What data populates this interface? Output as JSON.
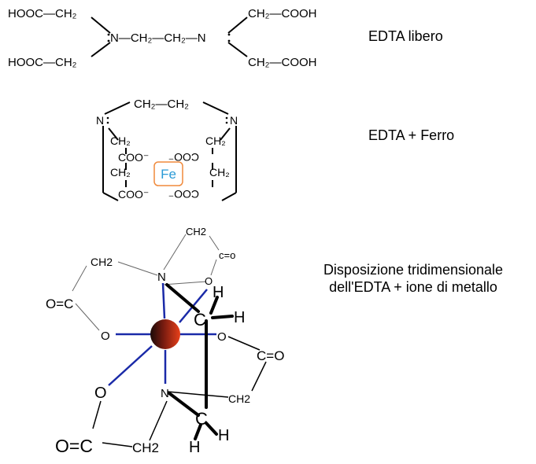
{
  "captions": {
    "free": "EDTA libero",
    "iron": "EDTA + Ferro",
    "three_d_line1": "Disposizione tridimensionale",
    "three_d_line2": "dell'EDTA + ione di metallo"
  },
  "free_edta": {
    "left_top": "HOOC—CH₂",
    "left_bottom": "HOOC—CH₂",
    "bridge": "N—CH₂—CH₂—N",
    "right_top": "CH₂—COOH",
    "right_bottom": "CH₂—COOH"
  },
  "iron_complex": {
    "bridge": "CH₂—CH₂",
    "n": "N",
    "ch2": "CH₂",
    "coo": "COO⁻",
    "metal": "Fe",
    "metal_color": "#f08a3c",
    "metal_text_color": "#2a9ad6"
  },
  "three_d": {
    "ch2_top": "CH2",
    "c_o_top": "c=o",
    "ch2_left": "CH2",
    "n": "N",
    "h": "H",
    "c": "C",
    "o": "O",
    "c_o_right": "C=O",
    "ch2_right": "CH2",
    "ch2_bottom": "CH2",
    "c_o_left": "O=C",
    "c_o_bottom": "O=C",
    "bond_color": "#1a2aa8"
  }
}
